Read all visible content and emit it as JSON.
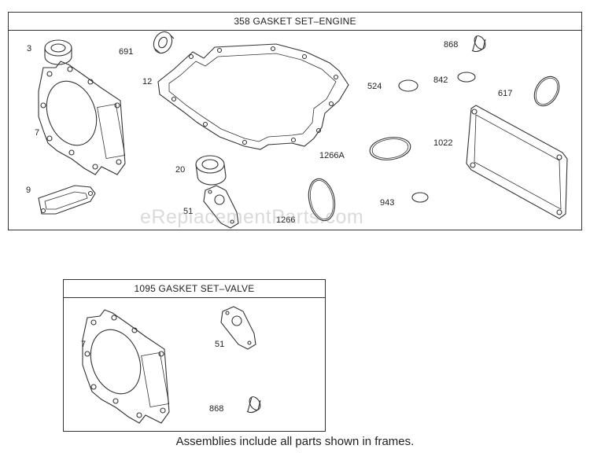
{
  "engine_set": {
    "title": "358 GASKET SET–ENGINE",
    "labels": {
      "p3": "3",
      "p691": "691",
      "p12": "12",
      "p524": "524",
      "p842": "842",
      "p868": "868",
      "p617": "617",
      "p7": "7",
      "p1266a": "1266A",
      "p1022": "1022",
      "p20": "20",
      "p9": "9",
      "p51": "51",
      "p1266": "1266",
      "p943": "943"
    }
  },
  "valve_set": {
    "title": "1095 GASKET SET–VALVE",
    "labels": {
      "p7": "7",
      "p51": "51",
      "p868": "868"
    }
  },
  "watermark": "eReplacementParts.com",
  "caption": "Assemblies include all parts shown in frames."
}
